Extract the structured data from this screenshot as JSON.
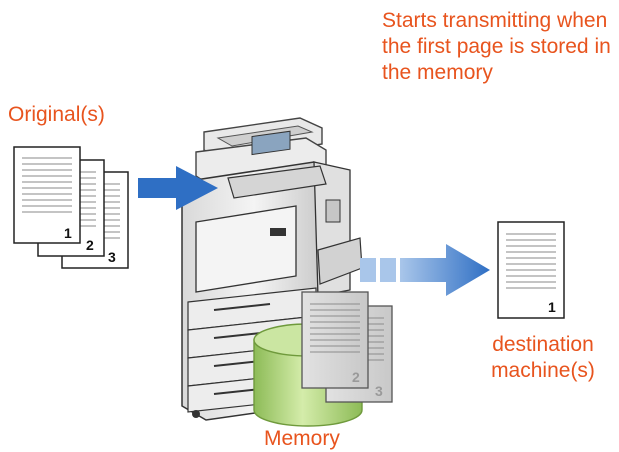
{
  "labels": {
    "note": "Starts transmitting when the first page is stored in the memory",
    "originals": "Original(s)",
    "destination": "destination machine(s)",
    "memory": "Memory"
  },
  "pages": {
    "original": [
      "1",
      "2",
      "3"
    ],
    "stored": [
      "2",
      "3"
    ],
    "received": [
      "1"
    ]
  },
  "colors": {
    "label": "#e8541e",
    "arrow": "#2f6fc4",
    "cylinder": "#b9d98a",
    "cylinder_edge": "#6f9a3c"
  }
}
